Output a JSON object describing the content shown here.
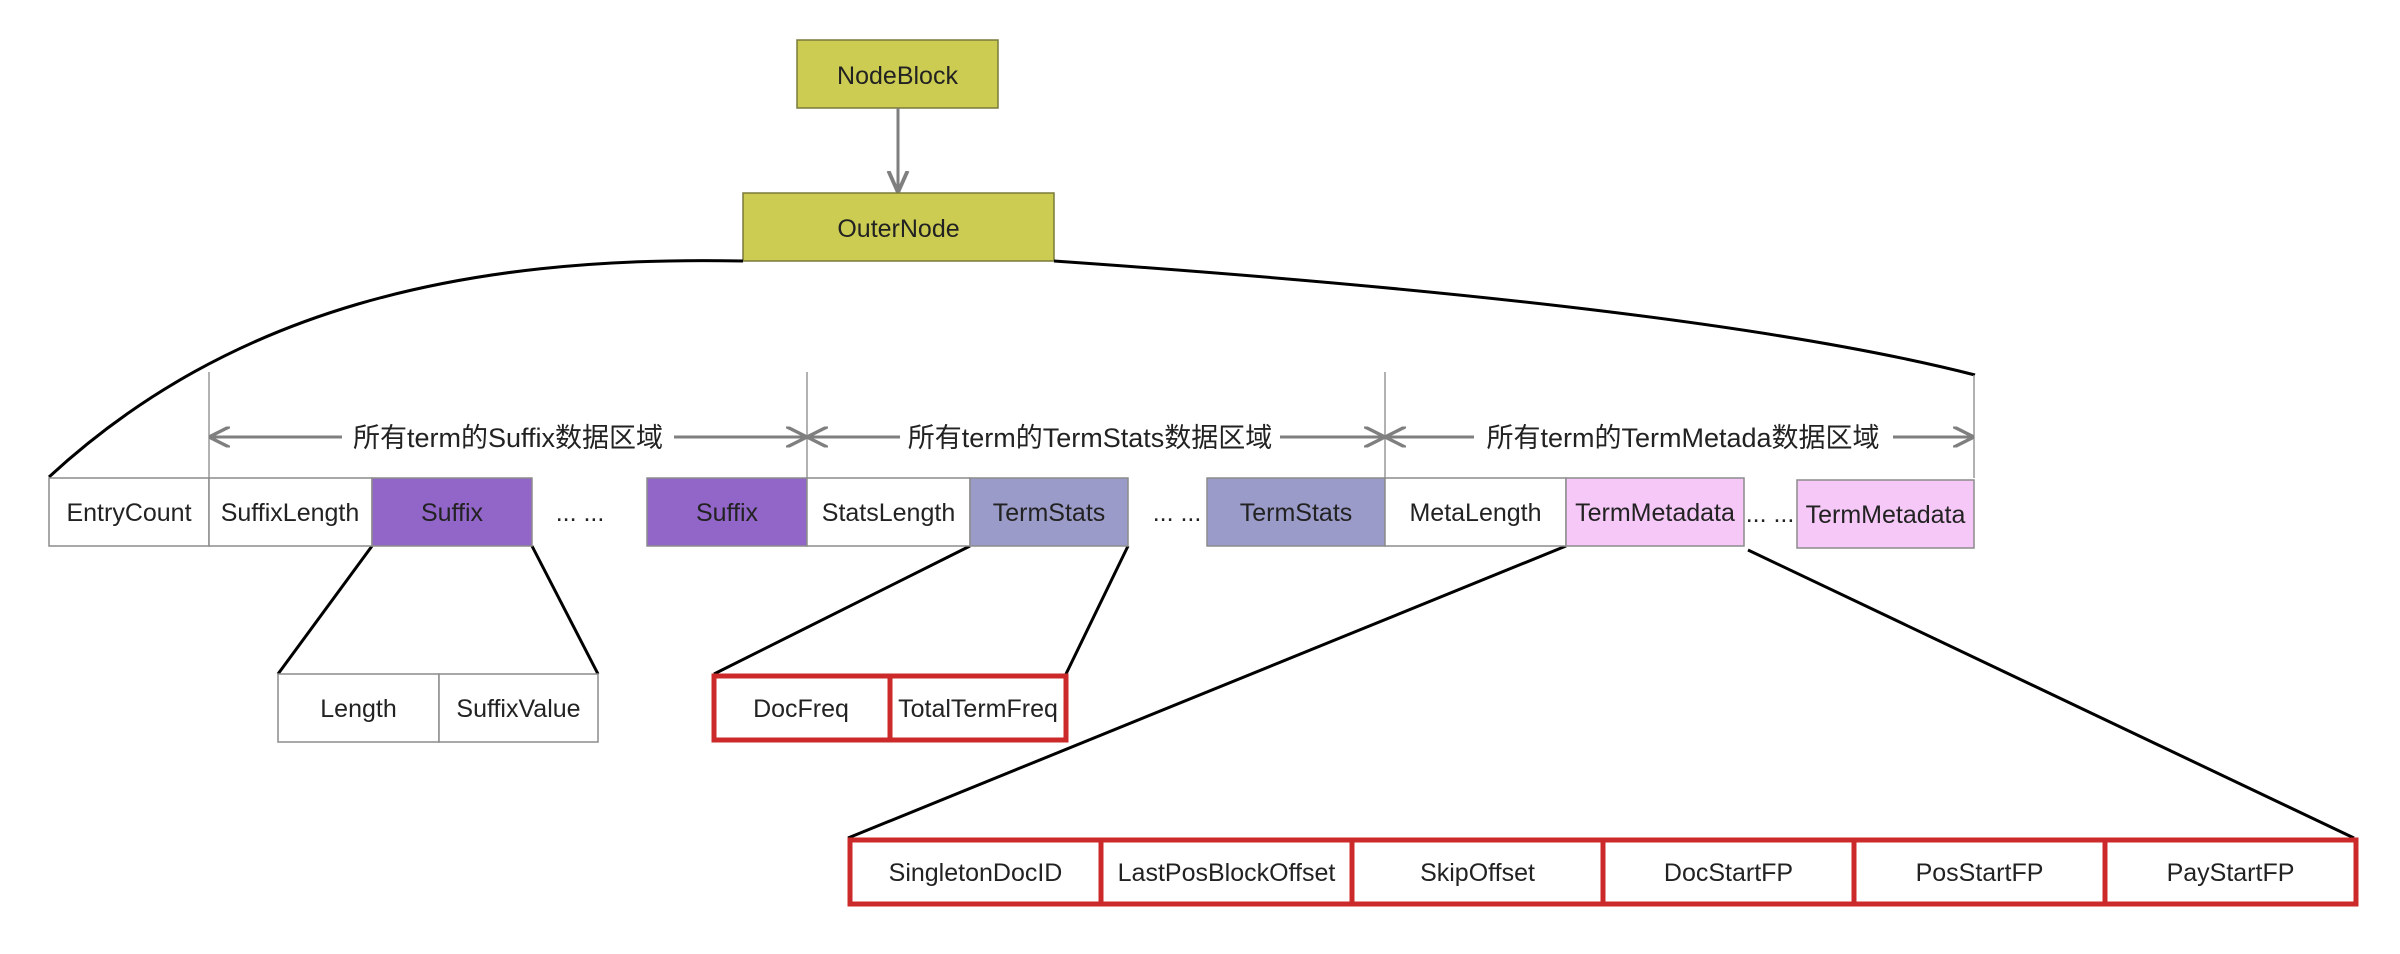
{
  "colors": {
    "node_fill": "#cccc52",
    "node_stroke": "#7a7a3a",
    "suffix_fill": "#9166c8",
    "termstats_fill": "#9b9bc9",
    "termmetadata_fill": "#f5c8f7",
    "highlight_stroke": "#cc2a2a",
    "line": "#000000",
    "arrow": "#7f7f7f",
    "cell_stroke": "#8c8c8c"
  },
  "nodes": {
    "node_block": "NodeBlock",
    "outer_node": "OuterNode"
  },
  "regions": {
    "suffix_region": "所有term的Suffix数据区域",
    "termstats_region": "所有term的TermStats数据区域",
    "termmetadata_region": "所有term的TermMetada数据区域"
  },
  "main_row": {
    "entry_count": "EntryCount",
    "suffix_length": "SuffixLength",
    "suffix_1": "Suffix",
    "ellipsis_1": "... ...",
    "suffix_2": "Suffix",
    "stats_length": "StatsLength",
    "termstats_1": "TermStats",
    "ellipsis_2": "... ...",
    "termstats_2": "TermStats",
    "meta_length": "MetaLength",
    "termmetadata_1": "TermMetadata",
    "ellipsis_3": "... ...",
    "termmetadata_2": "TermMetadata"
  },
  "suffix_detail": {
    "length": "Length",
    "suffix_value": "SuffixValue"
  },
  "termstats_detail": {
    "doc_freq": "DocFreq",
    "total_term_freq": "TotalTermFreq"
  },
  "termmetadata_detail": {
    "singleton_doc_id": "SingletonDocID",
    "last_pos_block_offset": "LastPosBlockOffset",
    "skip_offset": "SkipOffset",
    "doc_start_fp": "DocStartFP",
    "pos_start_fp": "PosStartFP",
    "pay_start_fp": "PayStartFP"
  }
}
